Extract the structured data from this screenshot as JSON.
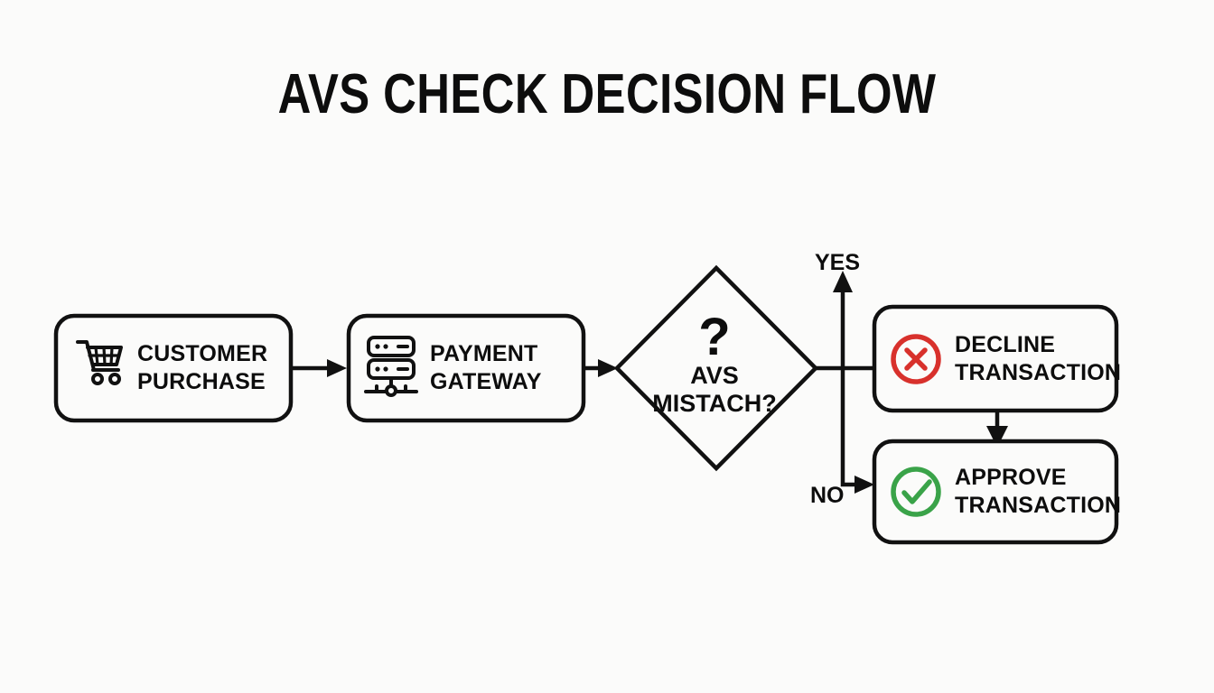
{
  "diagram": {
    "title": "AVS CHECK DECISION FLOW",
    "background_color": "#fbfbfa",
    "line_color": "#111111",
    "type": "flowchart"
  },
  "nodes": {
    "customer_purchase": {
      "line1": "CUSTOMER",
      "line2": "PURCHASE",
      "icon": "shopping-cart-icon",
      "shape": "rounded-rect"
    },
    "payment_gateway": {
      "line1": "PAYMENT",
      "line2": "GATEWAY",
      "icon": "server-network-icon",
      "shape": "rounded-rect"
    },
    "avs_decision": {
      "symbol": "?",
      "line1": "AVS",
      "line2": "MISTACH?",
      "shape": "diamond"
    },
    "decline_transaction": {
      "line1": "DECLINE",
      "line2": "TRANSACTION",
      "icon": "circle-x-icon",
      "icon_color": "#d8312c",
      "shape": "rounded-rect"
    },
    "approve_transaction": {
      "line1": "APPROVE",
      "line2": "TRANSACTION",
      "icon": "circle-check-icon",
      "icon_color": "#3aa349",
      "shape": "rounded-rect"
    }
  },
  "edges": {
    "yes_label": "YES",
    "no_label": "NO"
  }
}
